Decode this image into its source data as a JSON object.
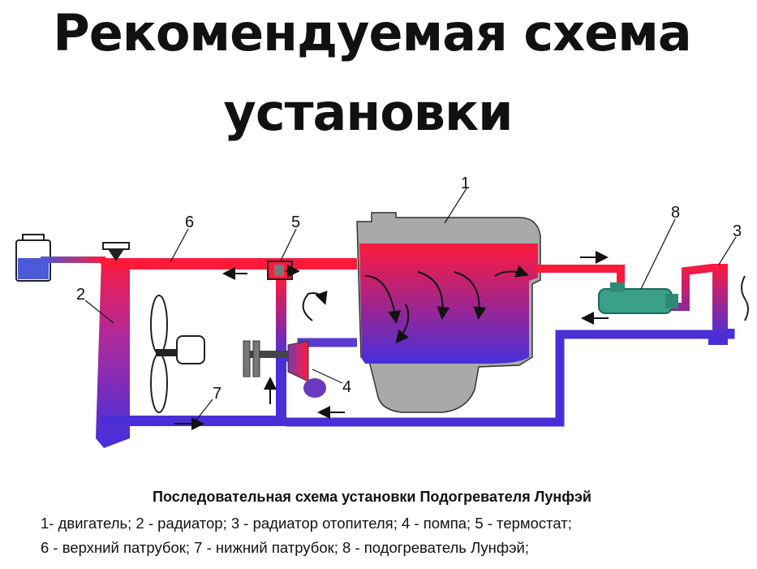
{
  "title": {
    "line1": "Рекомендуемая схема",
    "line2": "установки"
  },
  "labels": {
    "n1": "1",
    "n2": "2",
    "n3": "3",
    "n4": "4",
    "n5": "5",
    "n6": "6",
    "n7": "7",
    "n8": "8"
  },
  "caption": {
    "title": "Последовательная схема установки Подогревателя Лунфэй",
    "line1": "1- двигатель; 2 - радиатор; 3 - радиатор отопителя; 4 - помпа; 5 - термостат;",
    "line2": "6 - верхний патрубок; 7 - нижний патрубок; 8 - подогреватель Лунфэй;"
  },
  "colors": {
    "hot": "#ff1a3a",
    "cold": "#4a2fd9",
    "engine": "#a9a9a9",
    "heater": "#3aa08a"
  }
}
